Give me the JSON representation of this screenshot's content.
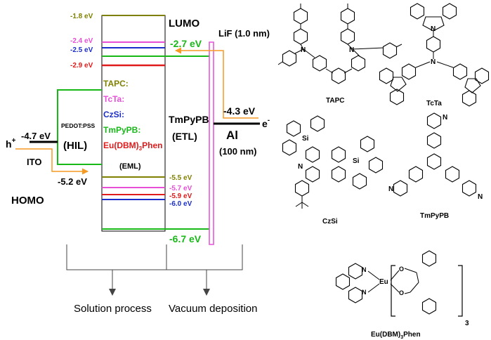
{
  "diagram": {
    "lumo_label": "LUMO",
    "homo_label": "HOMO",
    "hole_label": "h",
    "hole_sup": "+",
    "electron_label": "e",
    "electron_sup": "-",
    "ito_label": "ITO",
    "ito_energy": "-4.7 eV",
    "ito_energy_lower": "-5.2 eV",
    "pedot_name": "PEDOT:PSS",
    "pedot_role": "(HIL)",
    "eml_role": "(EML)",
    "eml_materials": [
      {
        "name": "TAPC",
        "suffix": ":",
        "color": "#808000"
      },
      {
        "name": "TcTa",
        "suffix": ":",
        "color": "#e64fd6"
      },
      {
        "name": "CzSi",
        "suffix": ":",
        "color": "#1c2ec9"
      },
      {
        "name": "TmPyPB",
        "suffix": ":",
        "color": "#19b819"
      }
    ],
    "eml_emitter": {
      "main": "Eu(DBM)",
      "sub": "3",
      "tail": "Phen",
      "color": "#e01b1b"
    },
    "lumo_levels": [
      {
        "value": "-1.8 eV",
        "color": "#808000"
      },
      {
        "value": "-2.4 eV",
        "color": "#e64fd6"
      },
      {
        "value": "-2.5 eV",
        "color": "#1c2ec9"
      },
      {
        "value": "-2.9 eV",
        "color": "#e01b1b"
      }
    ],
    "homo_levels": [
      {
        "value": "-5.5 eV",
        "color": "#808000"
      },
      {
        "value": "-5.7 eV",
        "color": "#e64fd6"
      },
      {
        "value": "-5.9 eV",
        "color": "#e01b1b"
      },
      {
        "value": "-6.0 eV",
        "color": "#1c2ec9"
      }
    ],
    "etl_name": "TmPyPB",
    "etl_role": "(ETL)",
    "etl_lumo": "-2.7 eV",
    "etl_homo": "-6.7 eV",
    "lif_label": "LiF (1.0 nm)",
    "al_energy": "-4.3 eV",
    "al_name": "Al",
    "al_thickness": "(100 nm)",
    "process_solution": "Solution process",
    "process_vacuum": "Vacuum deposition",
    "colors": {
      "green": "#19b819",
      "orange": "#f59a23",
      "pink": "#e64fd6",
      "olive": "#808000",
      "blue": "#1c2ec9",
      "red": "#e01b1b"
    }
  },
  "molecules": {
    "tapc": "TAPC",
    "tcta": "TcTa",
    "czsi": "CzSi",
    "tmpypb": "TmPyPB",
    "eu_complex": {
      "main": "Eu(DBM)",
      "sub": "3",
      "tail": "Phen"
    },
    "atoms": {
      "N": "N",
      "Si": "Si",
      "Eu": "Eu",
      "O": "O"
    },
    "repeat_index": "3"
  }
}
